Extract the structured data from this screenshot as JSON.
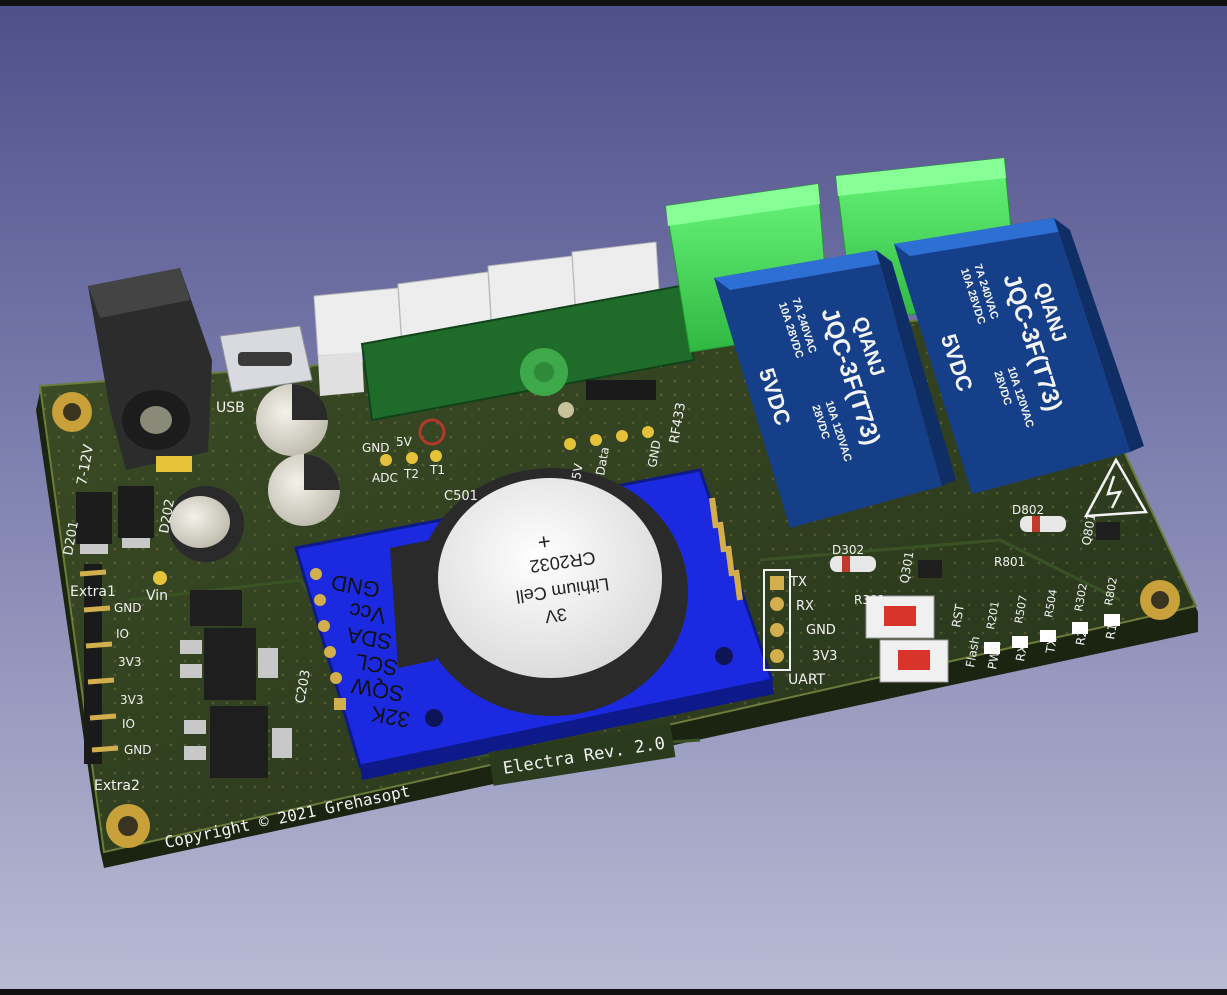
{
  "board": {
    "name": "Electra  Rev. 2.0",
    "copyright": "Copyright © 2021 Grehasopt",
    "colors": {
      "pcb": "#2f3f1f",
      "silk": "#f2f2f2",
      "rtc_module": "#1b2ae0",
      "terminal": "#46e35a",
      "relay": "#1f55b8"
    }
  },
  "silkscreen": {
    "power_in": "7-12V",
    "usb": "USB",
    "vin": "Vin",
    "d201": "D201",
    "d202": "D202",
    "c203": "C203",
    "c501": "C501",
    "d302": "D302",
    "d802": "D802",
    "q301": "Q301",
    "q801": "Q801",
    "r301": "R301",
    "r801": "R801",
    "r802": "R802",
    "r201": "R201",
    "r504": "R504",
    "r302": "R302",
    "r507": "R507",
    "rf433": "RF433",
    "extra1": "Extra1",
    "extra2": "Extra2",
    "extra_pins": [
      "GND",
      "IO",
      "3V3",
      "3V3",
      "IO",
      "GND"
    ],
    "header_top": [
      "GND",
      "5V",
      "ADC",
      "T2",
      "T1"
    ],
    "rf_pins": [
      "5V",
      "Data",
      "GND"
    ],
    "uart": "UART",
    "uart_pins": [
      "TX",
      "RX",
      "GND",
      "3V3"
    ],
    "buttons": [
      "RST",
      "Flash"
    ],
    "leds": [
      "PWR",
      "RX",
      "TX",
      "R2",
      "R1"
    ]
  },
  "relays": [
    {
      "brand": "QIANJ",
      "model": "JQC-3F(T73)",
      "coil": "5VDC",
      "rating_a": "7A  240VAC",
      "rating_b": "10A  28VDC",
      "rating_c": "10A  120VAC",
      "rating_d": "28VDC"
    },
    {
      "brand": "QIANJ",
      "model": "JQC-3F(T73)",
      "coil": "5VDC",
      "rating_a": "7A  240VAC",
      "rating_b": "10A  28VDC",
      "rating_c": "10A  120VAC",
      "rating_d": "28VDC"
    }
  ],
  "rtc": {
    "pins": [
      "GND",
      "Vcc",
      "SDA",
      "SCL",
      "SQW",
      "32K"
    ],
    "battery": {
      "model": "CR2032",
      "type": "Lithium Cell",
      "voltage": "3V",
      "polarity": "+"
    }
  }
}
